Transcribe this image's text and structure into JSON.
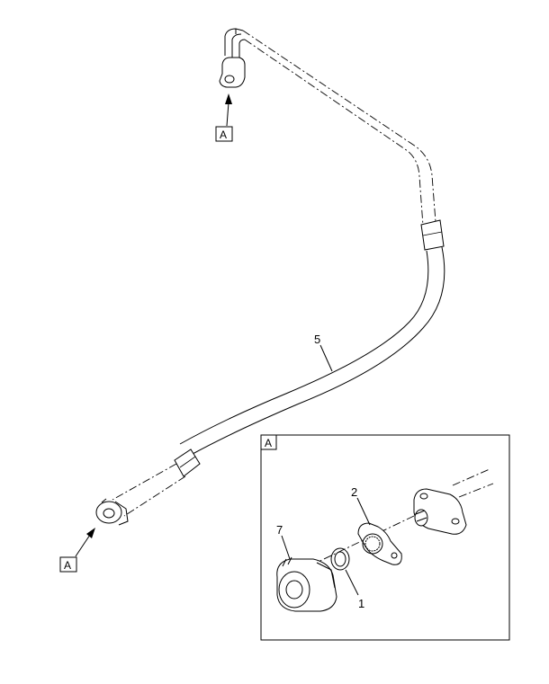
{
  "diagram": {
    "view_labels": {
      "top_ref": "A",
      "left_ref": "A",
      "inset_ref": "A"
    },
    "callouts": {
      "hose": "5",
      "inset_part_7": "7",
      "inset_part_2": "2",
      "inset_part_1": "1"
    }
  }
}
